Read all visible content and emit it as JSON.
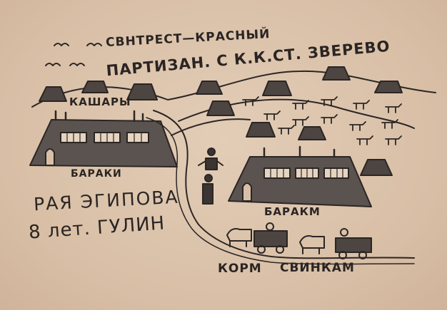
{
  "drawing": {
    "title_line1": "СВНТРЕСТ—КРАСНЫЙ",
    "title_line2": "ПАРТИЗАН. С К.К.СТ. ЗВЕРЕВО",
    "label_kashary": "КАШАРЫ",
    "label_baraki": "БАРАКИ",
    "label_barakm": "БАРАКМ",
    "author_name": "РАЯ ЭГИПОВА",
    "author_age_town": "8 лет. ГУЛИН",
    "caption_korm": "КОРМ",
    "caption_svinkam": "СВИНКАМ"
  }
}
